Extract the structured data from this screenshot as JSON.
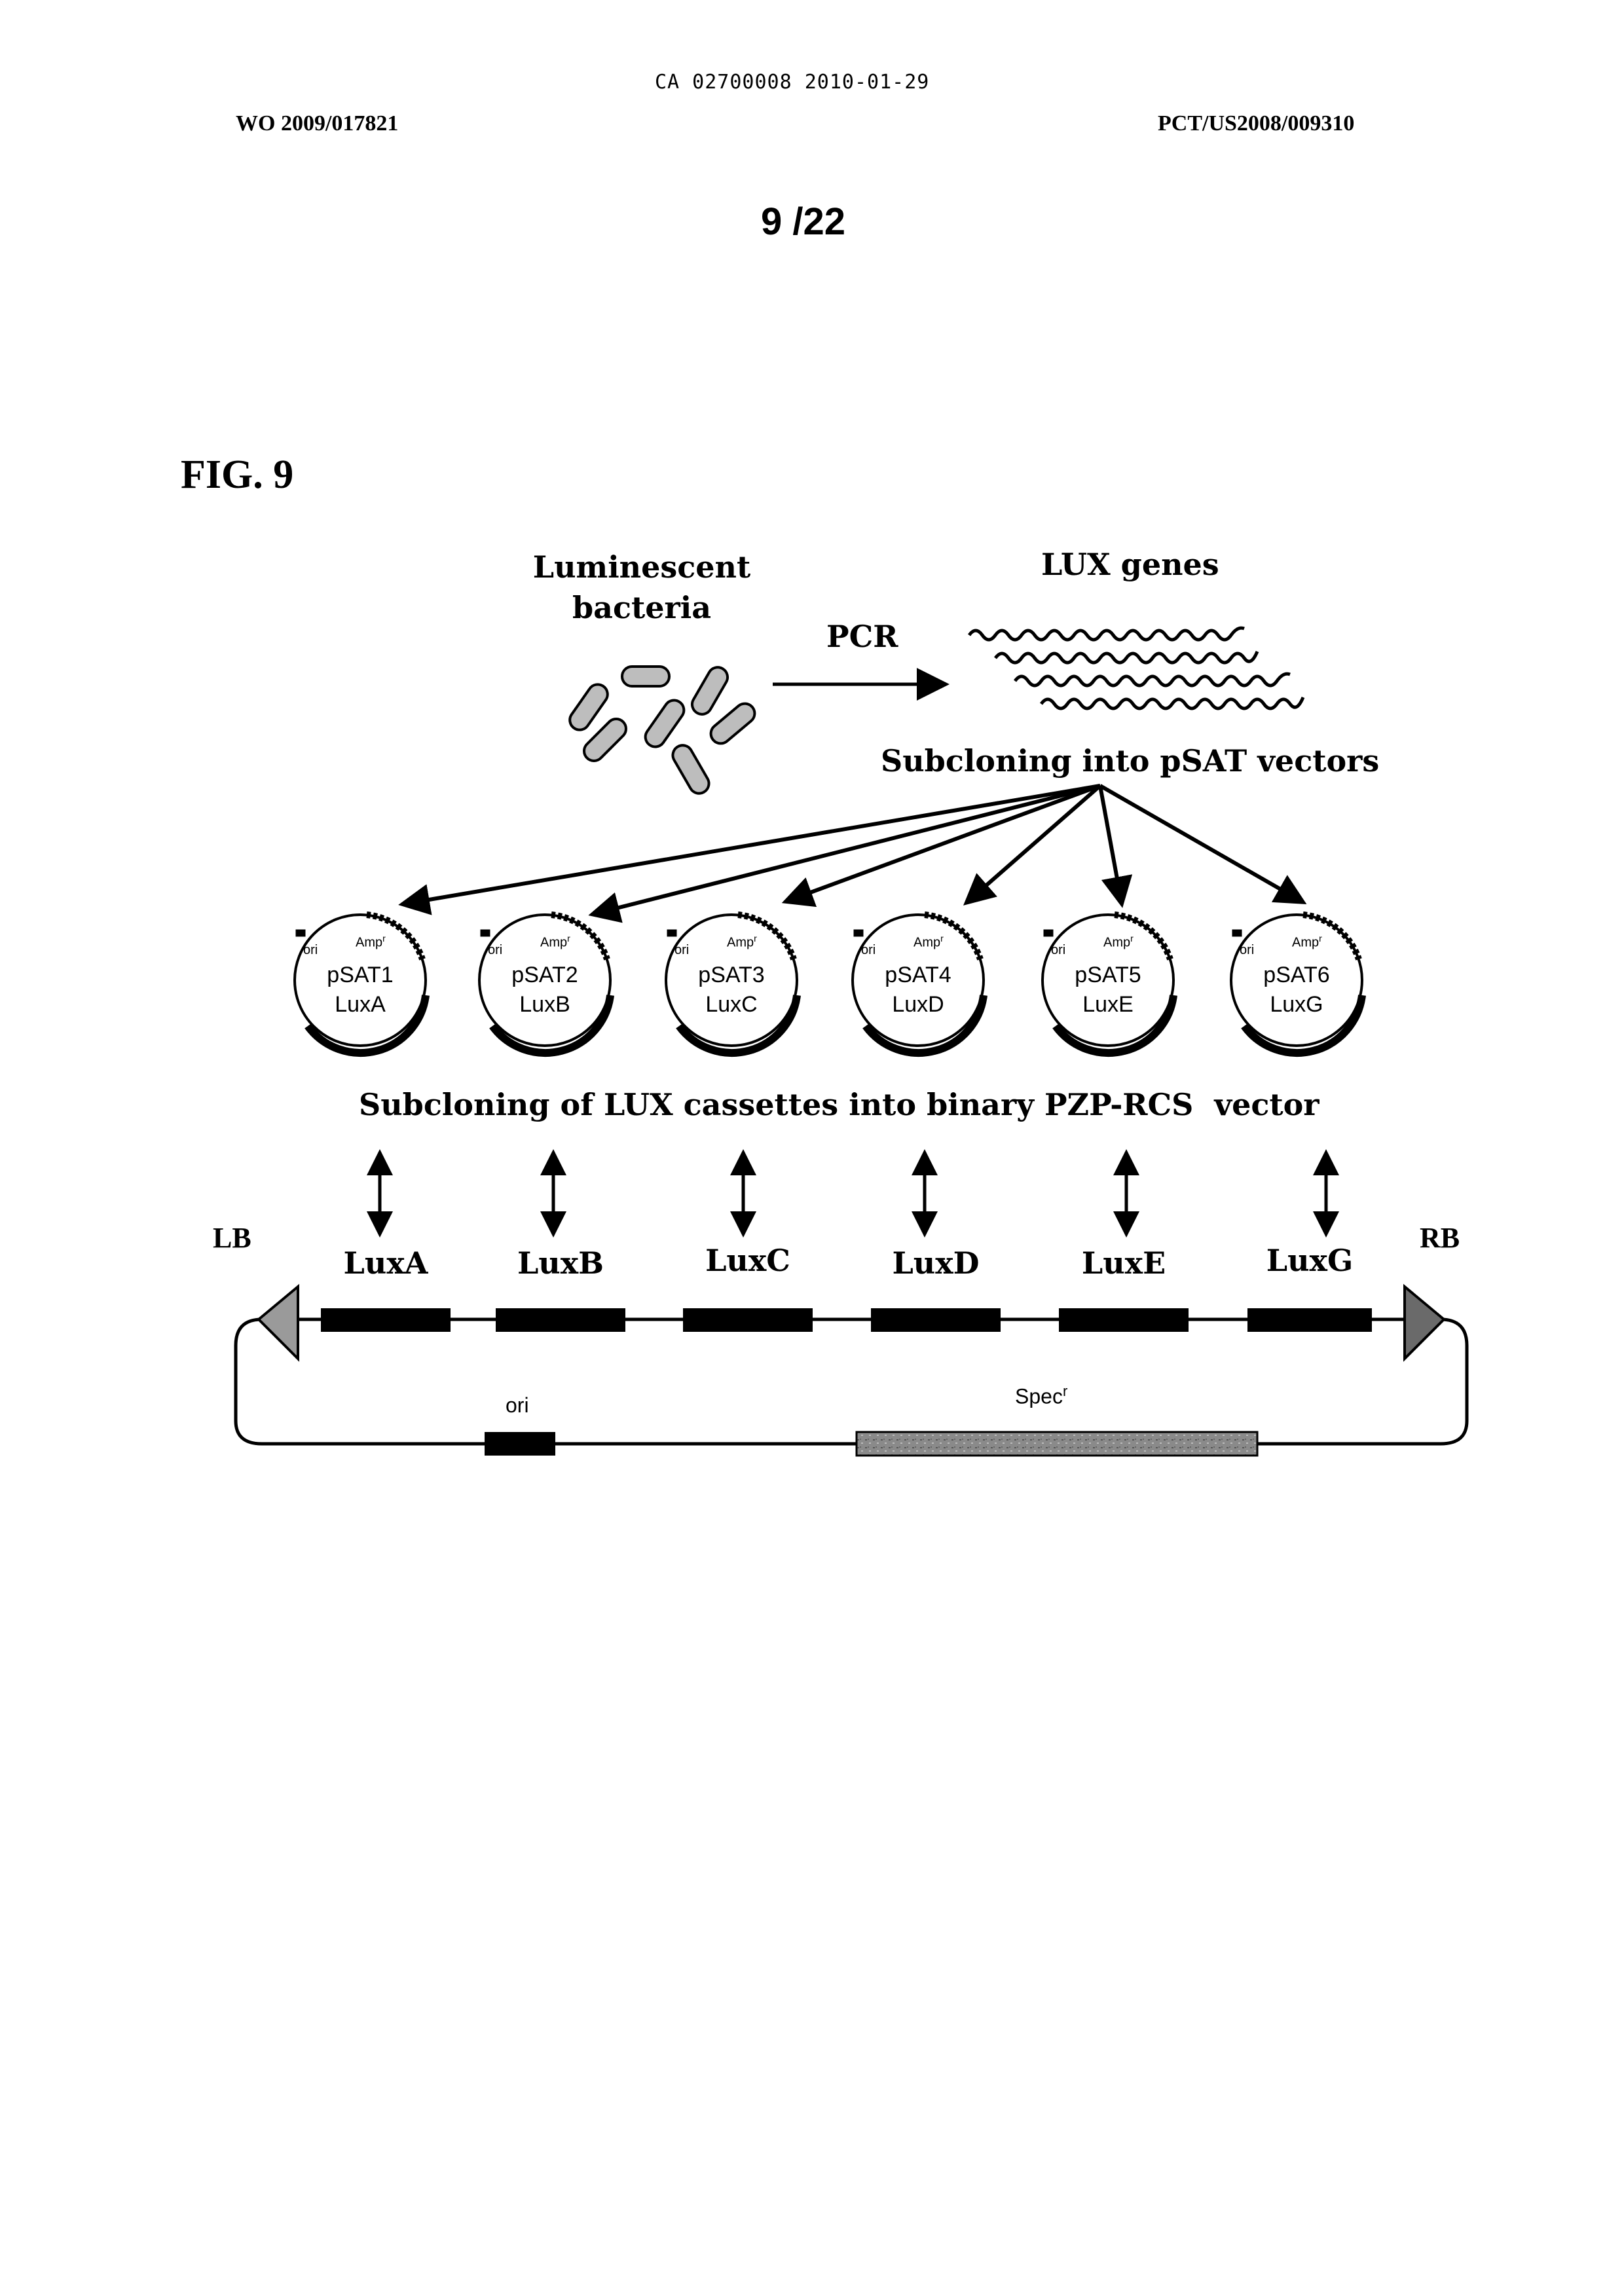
{
  "header": {
    "ca_number": "CA 02700008 2010-01-29",
    "wo_number": "WO 2009/017821",
    "pct_number": "PCT/US2008/009310",
    "sheet": "9 /22"
  },
  "figure": {
    "label": "FIG. 9",
    "luminescent": [
      "Luminescent",
      "bacteria"
    ],
    "lux_genes": "LUX genes",
    "pcr": "PCR",
    "subcloning_psat": "Subcloning into pSAT vectors",
    "subcloning_binary": "Subcloning of LUX cassettes into binary PZP-RCS  vector",
    "plasmids": [
      {
        "name": "pSAT1",
        "gene": "LuxA",
        "ori": "ori",
        "amp": "Amp"
      },
      {
        "name": "pSAT2",
        "gene": "LuxB",
        "ori": "ori",
        "amp": "Amp"
      },
      {
        "name": "pSAT3",
        "gene": "LuxC",
        "ori": "ori",
        "amp": "Amp"
      },
      {
        "name": "pSAT4",
        "gene": "LuxD",
        "ori": "ori",
        "amp": "Amp"
      },
      {
        "name": "pSAT5",
        "gene": "LuxE",
        "ori": "ori",
        "amp": "Amp"
      },
      {
        "name": "pSAT6",
        "gene": "LuxG",
        "ori": "ori",
        "amp": "Amp"
      }
    ],
    "amp_superscript": "r",
    "binary_vector": {
      "lb": "LB",
      "rb": "RB",
      "genes": [
        "LuxA",
        "LuxB",
        "LuxC",
        "LuxD",
        "LuxE",
        "LuxG"
      ],
      "ori": "ori",
      "spec": "Spec",
      "spec_superscript": "r"
    }
  }
}
